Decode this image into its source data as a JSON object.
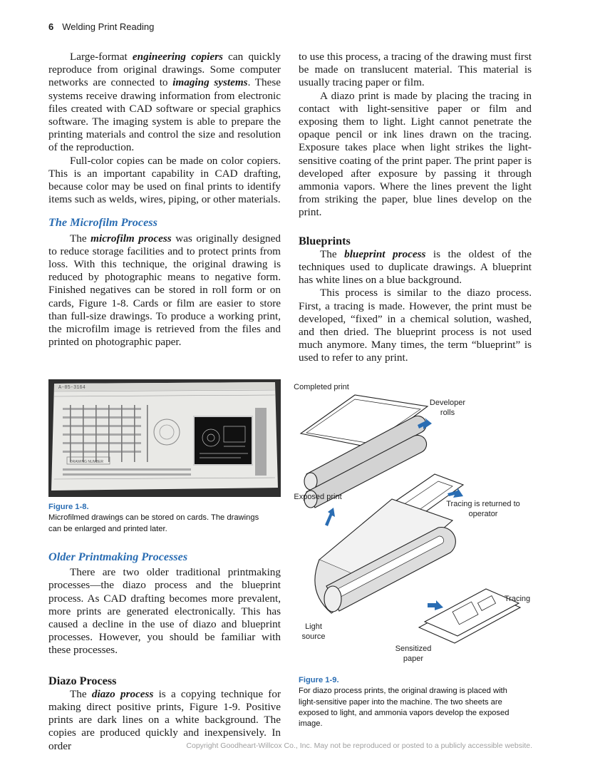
{
  "header": {
    "page_number": "6",
    "book_title": "Welding Print Reading"
  },
  "left_column": {
    "p1": {
      "t1": "Large-format ",
      "b1": "engineering copiers",
      "t2": " can quickly reproduce from original drawings. Some computer networks are connected to ",
      "b2": "imaging systems",
      "t3": ". These systems receive drawing information from electronic files created with CAD software or special graphics software. The imaging system is able to prepare the printing materials and control the size and resolution of the reproduction."
    },
    "p2": "Full-color copies can be made on color copiers. This is an important capability in CAD drafting, because color may be used on final prints to identify items such as welds, wires, piping, or other materials.",
    "microfilm_heading": "The Microfilm Process",
    "p3": {
      "t1": "The ",
      "b1": "microfilm process",
      "t2": " was originally designed to reduce storage facilities and to protect prints from loss. With this technique, the original drawing is reduced by photographic means to negative form. Finished negatives can be stored in roll form or on cards, Figure 1-8. Cards or film are easier to store than full-size drawings. To produce a working print, the microfilm image is retrieved from the files and printed on photographic paper."
    },
    "older_heading": "Older Printmaking Processes",
    "p4": "There are two older traditional printmaking processes—the diazo process and the blueprint process. As CAD drafting becomes more prevalent, more prints are generated electronically. This has caused a decline in the use of diazo and blueprint processes. However, you should be familiar with these processes.",
    "diazo_heading": "Diazo Process",
    "p5": {
      "t1": "The ",
      "b1": "diazo process",
      "t2": " is a copying technique for making direct positive prints, Figure 1-9. Positive prints are dark lines on a white background. The copies are produced quickly and inexpensively. In order"
    }
  },
  "right_column": {
    "p1": "to use this process, a tracing of the drawing must first be made on translucent material. This material is usually tracing paper or film.",
    "p2": "A diazo print is made by placing the tracing in contact with light-sensitive paper or film and exposing them to light. Light cannot penetrate the opaque pencil or ink lines drawn on the tracing. Exposure takes place when light strikes the light-sensitive coating of the print paper. The print paper is developed after exposure by passing it through ammonia vapors. Where the lines prevent the light from striking the paper, blue lines develop on the print.",
    "blueprints_heading": "Blueprints",
    "p3": {
      "t1": "The ",
      "b1": "blueprint process",
      "t2": " is the oldest of the techniques used to duplicate drawings. A blueprint has white lines on a blue background."
    },
    "p4": "This process is similar to the diazo process. First, a tracing is made. However, the print must be developed, “fixed” in a chemical solution, washed, and then dried. The blueprint process is not used much anymore. Many times, the term “blueprint” is used to refer to any print."
  },
  "figure_1_8": {
    "label": "Figure 1-8.",
    "caption": "Microfilmed drawings can be stored on cards. The drawings can be enlarged and printed later.",
    "card_header": "A-05-3164",
    "card_field": "DRAWING NUMBER"
  },
  "figure_1_9": {
    "label": "Figure 1-9.",
    "caption": "For diazo process prints, the original drawing is placed with light-sensitive paper into the machine. The two sheets are exposed to light, and ammonia vapors develop the exposed image.",
    "labels": {
      "completed_print": "Completed print",
      "developer_rolls": "Developer rolls",
      "exposed_print": "Exposed print",
      "tracing_returned": "Tracing is returned to operator",
      "tracing": "Tracing",
      "light_source": "Light source",
      "sensitized_paper": "Sensitized paper"
    },
    "arrow_color": "#2a6db3"
  },
  "footer": "Copyright Goodheart-Willcox Co., Inc. May not be reproduced or posted to a publicly accessible website."
}
